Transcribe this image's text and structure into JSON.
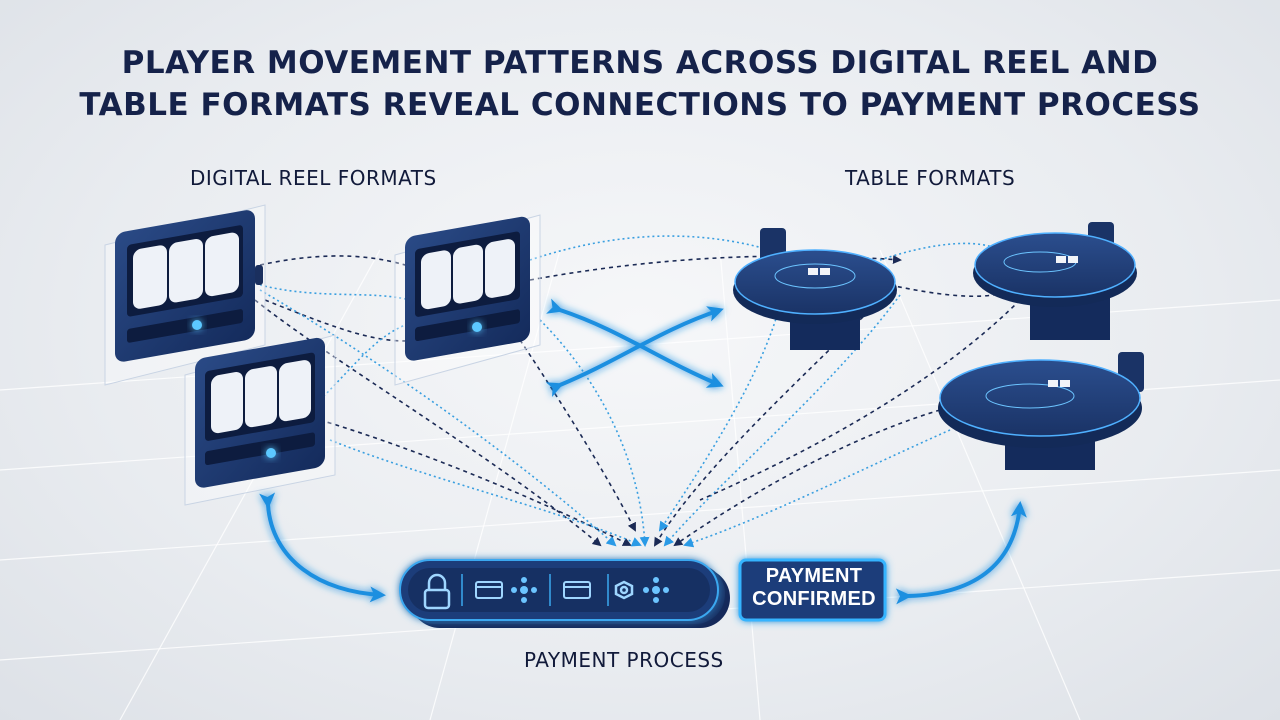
{
  "title_line1": "PLAYER MOVEMENT PATTERNS ACROSS DIGITAL REEL AND",
  "title_line2": "TABLE FORMATS REVEAL CONNECTIONS TO PAYMENT PROCESS",
  "digital_reel_label": "DIGITAL REEL FORMATS",
  "table_label": "TABLE FORMATS",
  "payment_label": "PAYMENT PROCESS",
  "payment_confirmed_line1": "PAYMENT",
  "payment_confirmed_line2": "CONFIRMED",
  "colors": {
    "navy": "#15224a",
    "machine": "#1f3d7a",
    "glow": "#34a8f0",
    "dash_dark": "#1b2a55",
    "dash_blue": "#3a9fe0"
  },
  "payment_icons": [
    "lock-icon",
    "card-icon",
    "network-icon",
    "card-icon",
    "hex-icon",
    "network-icon"
  ]
}
